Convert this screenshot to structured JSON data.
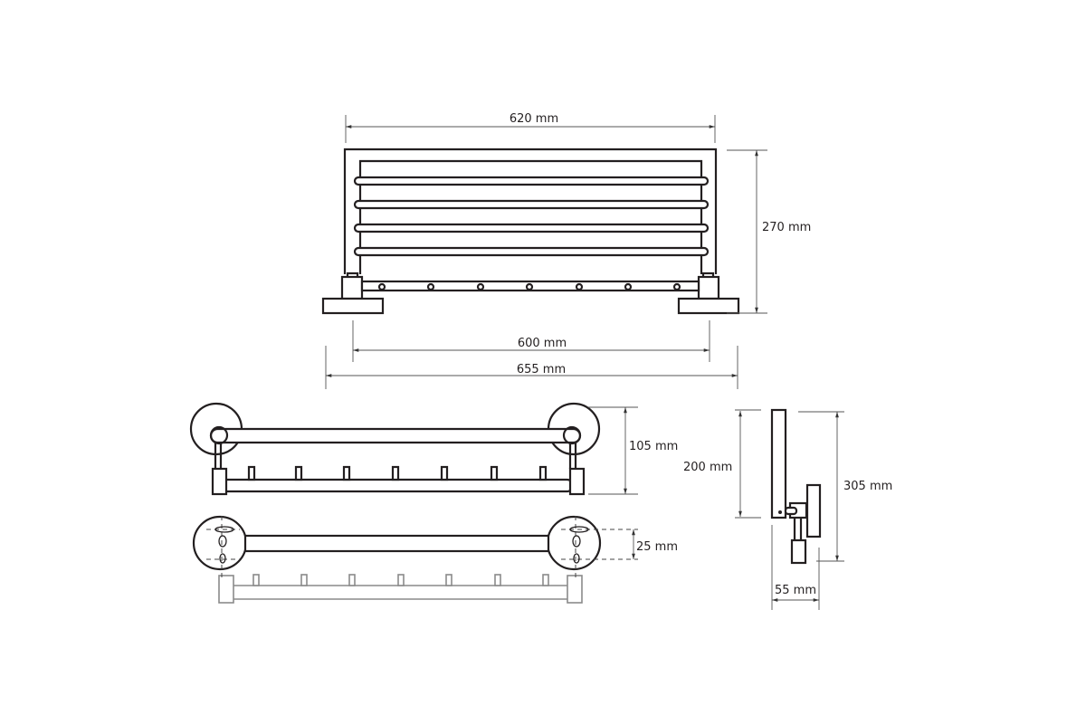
{
  "title": "Towel shelf dimension drawing",
  "colors": {
    "line": "#231f20",
    "dimension": "#555555",
    "hidden": "#8a8a8a"
  },
  "dimensions": {
    "top_width": "620 mm",
    "top_height": "270 mm",
    "fixing_distance": "600 mm",
    "overall_width": "655 mm",
    "front_height": "105 mm",
    "hole_spacing": "25 mm",
    "side_height": "200 mm",
    "side_overall_height": "305 mm",
    "depth": "55 mm"
  }
}
